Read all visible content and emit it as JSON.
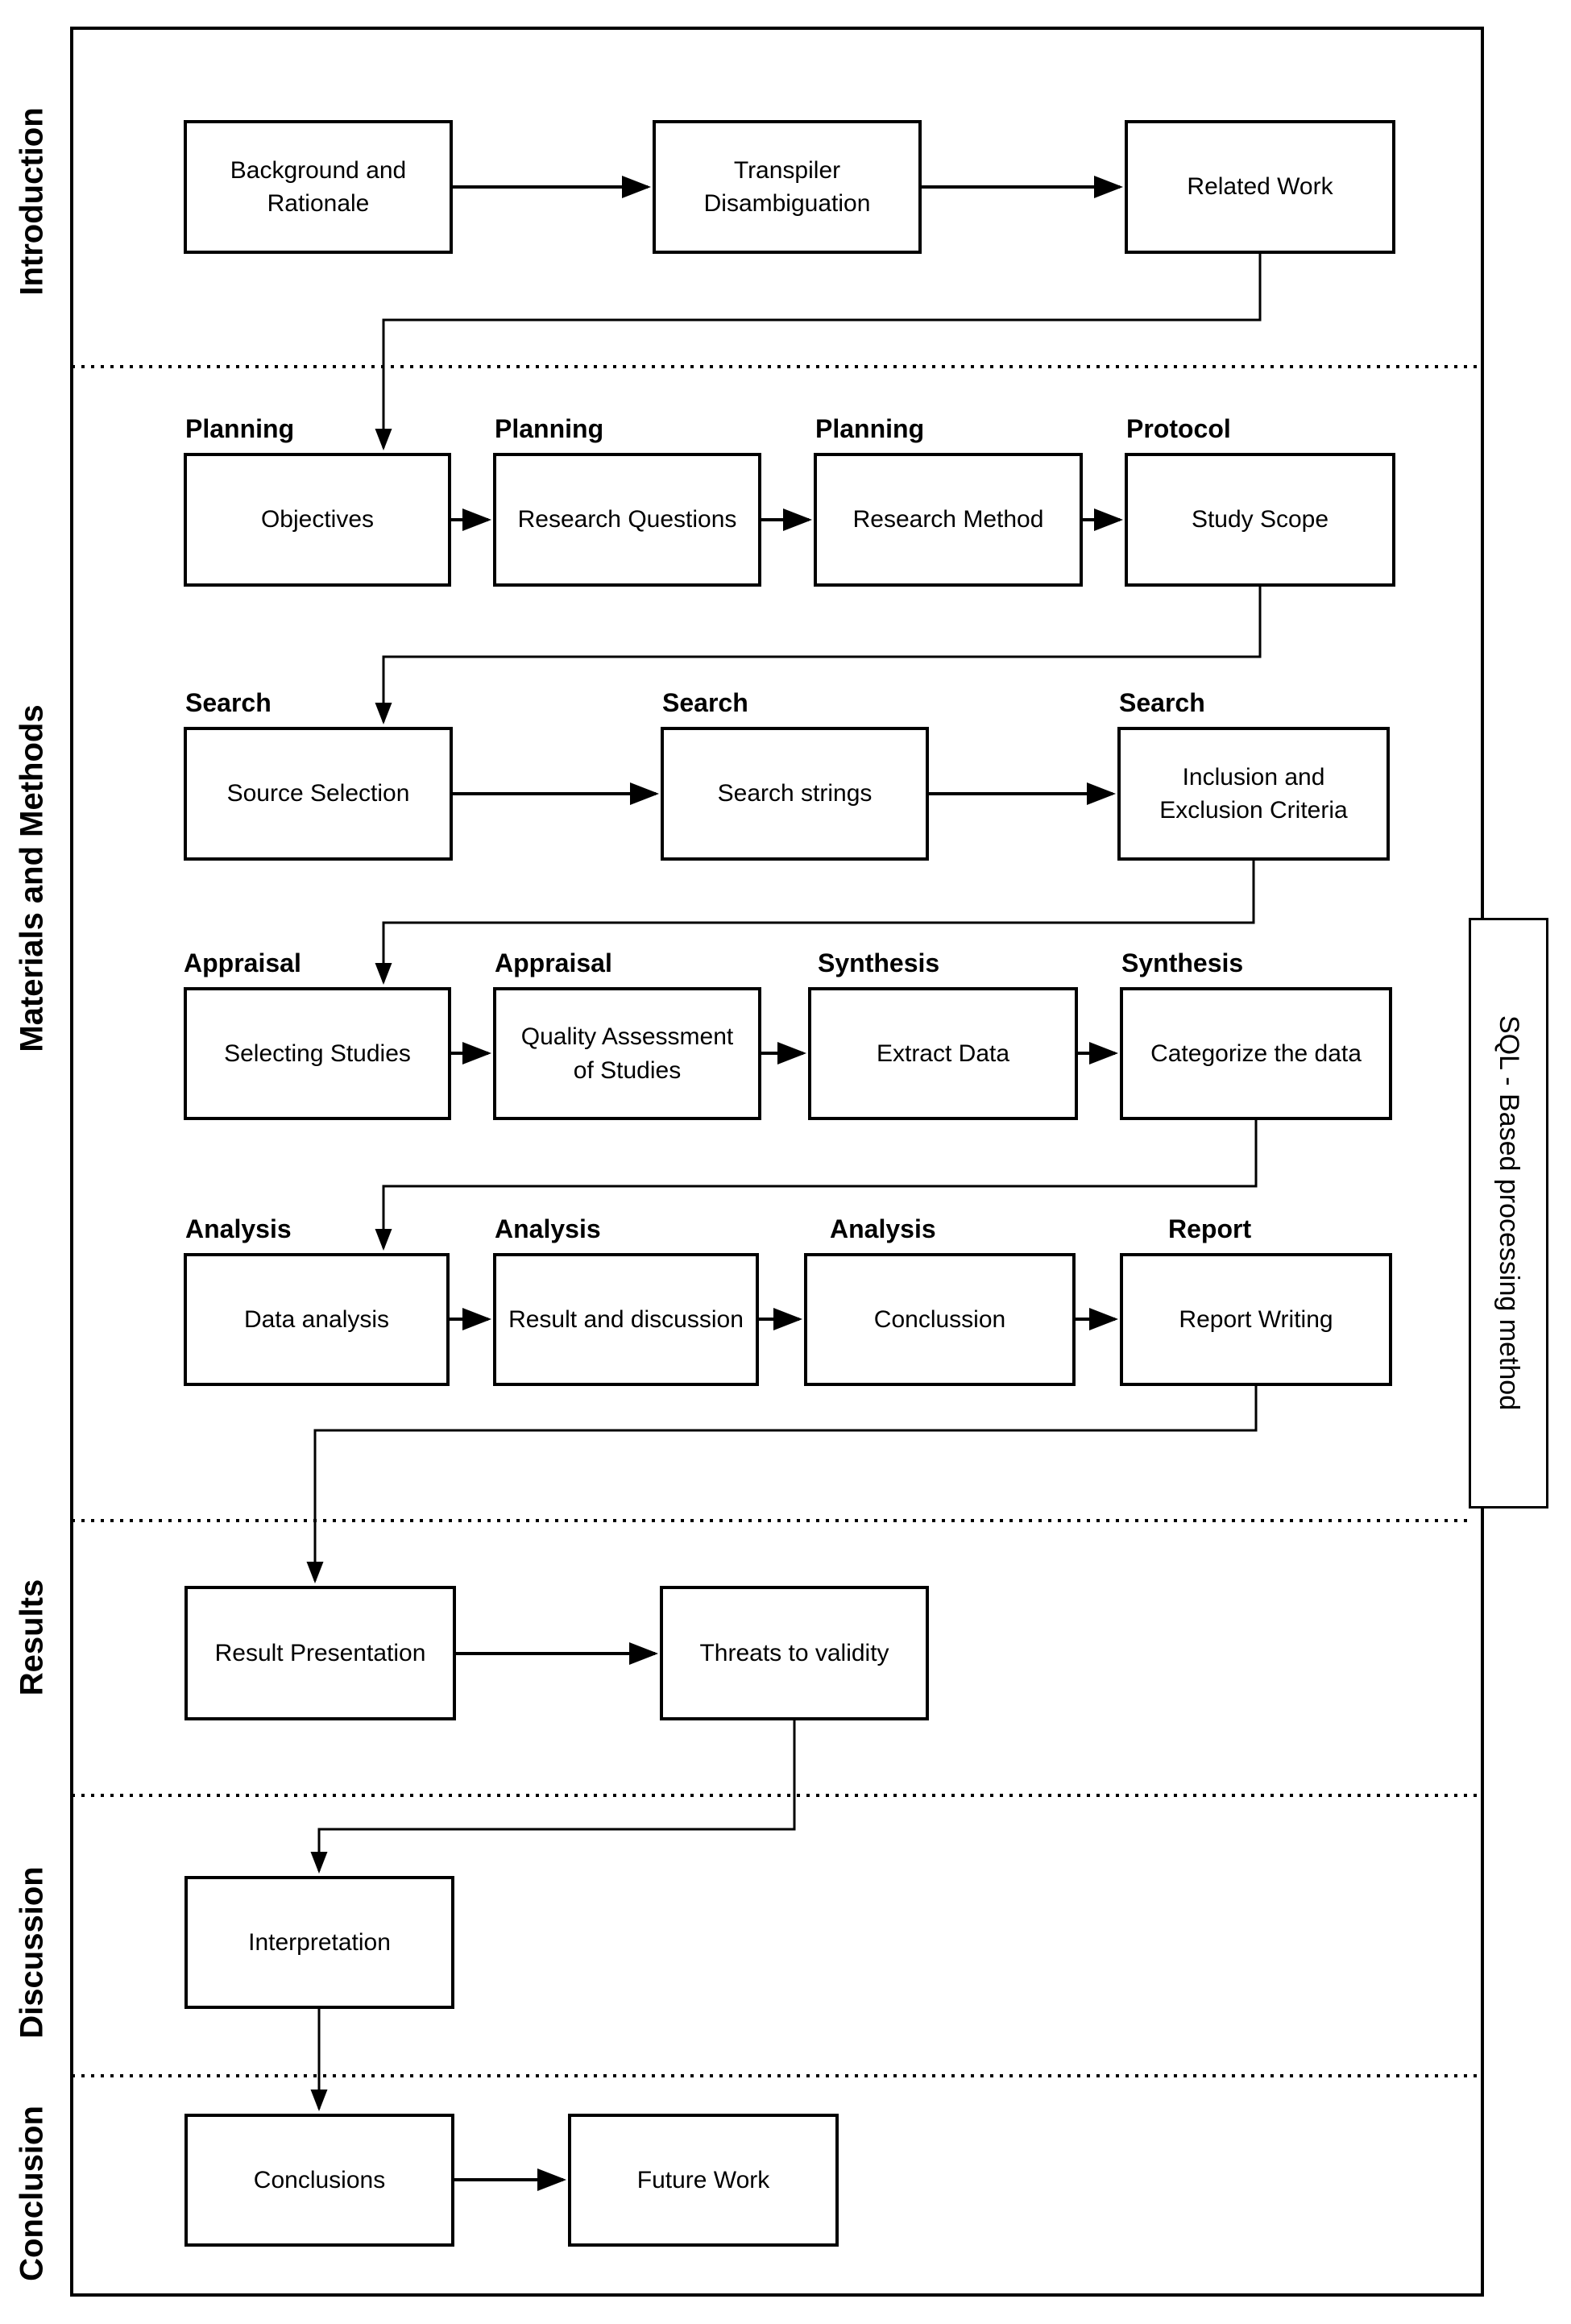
{
  "page": {
    "background": "#ffffff",
    "ink": "#000000"
  },
  "sections": [
    {
      "label": "Introduction"
    },
    {
      "label": "Materials and Methods"
    },
    {
      "label": "Results"
    },
    {
      "label": "Discussion"
    },
    {
      "label": "Conclusion"
    }
  ],
  "side_label": "SQL - Based processing method",
  "boxes": [
    {
      "id": "background-rationale",
      "label": "Background and\nRationale"
    },
    {
      "id": "transpiler-disambiguation",
      "label": "Transpiler\nDisambiguation"
    },
    {
      "id": "related-work",
      "label": "Related Work"
    },
    {
      "id": "objectives",
      "tag": "Planning",
      "label": "Objectives"
    },
    {
      "id": "research-questions",
      "tag": "Planning",
      "label": "Research Questions"
    },
    {
      "id": "research-method",
      "tag": "Planning",
      "label": "Research Method"
    },
    {
      "id": "study-scope",
      "tag": "Protocol",
      "label": "Study Scope"
    },
    {
      "id": "source-selection",
      "tag": "Search",
      "label": "Source Selection"
    },
    {
      "id": "search-strings",
      "tag": "Search",
      "label": "Search strings"
    },
    {
      "id": "inclusion-exclusion",
      "tag": "Search",
      "label": "Inclusion and\nExclusion Criteria"
    },
    {
      "id": "selecting-studies",
      "tag": "Appraisal",
      "label": "Selecting Studies"
    },
    {
      "id": "quality-assessment",
      "tag": "Appraisal",
      "label": "Quality Assessment\nof Studies"
    },
    {
      "id": "extract-data",
      "tag": "Synthesis",
      "label": "Extract Data"
    },
    {
      "id": "categorize-data",
      "tag": "Synthesis",
      "label": "Categorize the data"
    },
    {
      "id": "data-analysis",
      "tag": "Analysis",
      "label": "Data analysis"
    },
    {
      "id": "result-discussion",
      "tag": "Analysis",
      "label": "Result and discussion"
    },
    {
      "id": "conclussion",
      "tag": "Analysis",
      "label": "Conclussion"
    },
    {
      "id": "report-writing",
      "tag": "Report",
      "label": "Report Writing"
    },
    {
      "id": "result-presentation",
      "label": "Result Presentation"
    },
    {
      "id": "threats-validity",
      "label": "Threats to validity"
    },
    {
      "id": "interpretation",
      "label": "Interpretation"
    },
    {
      "id": "conclusions",
      "label": "Conclusions"
    },
    {
      "id": "future-work",
      "label": "Future Work"
    }
  ]
}
